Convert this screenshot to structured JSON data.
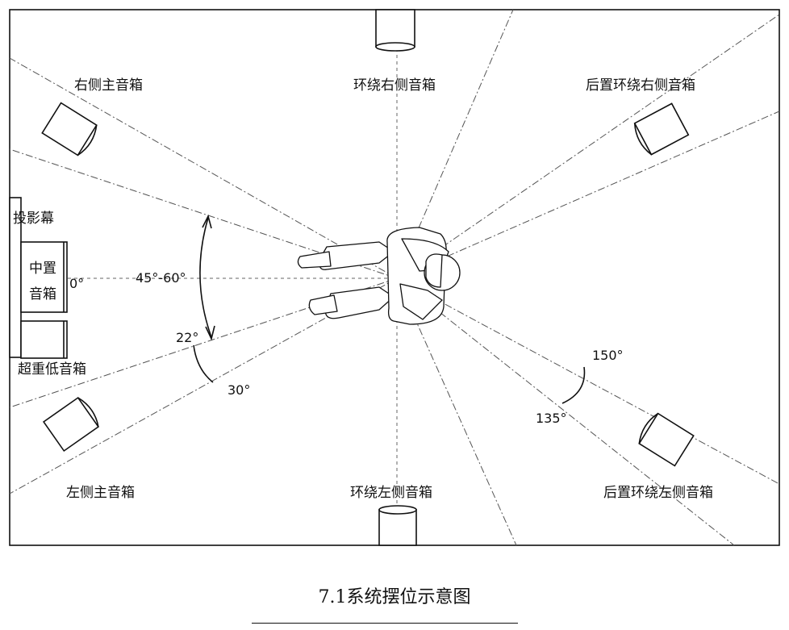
{
  "labels": {
    "front_right": "右侧主音箱",
    "surround_right": "环绕右侧音箱",
    "rear_right": "后置环绕右侧音箱",
    "screen": "投影幕",
    "center_line1": "中置",
    "center_line2": "音箱",
    "subwoofer": "超重低音箱",
    "front_left": "左侧主音箱",
    "surround_left": "环绕左侧音箱",
    "rear_left": "后置环绕左侧音箱"
  },
  "angles": {
    "zero": "0°",
    "front_range": "45°-60°",
    "a22": "22°",
    "a30": "30°",
    "a150": "150°",
    "a135": "135°"
  },
  "caption": "7.1系统摆位示意图"
}
